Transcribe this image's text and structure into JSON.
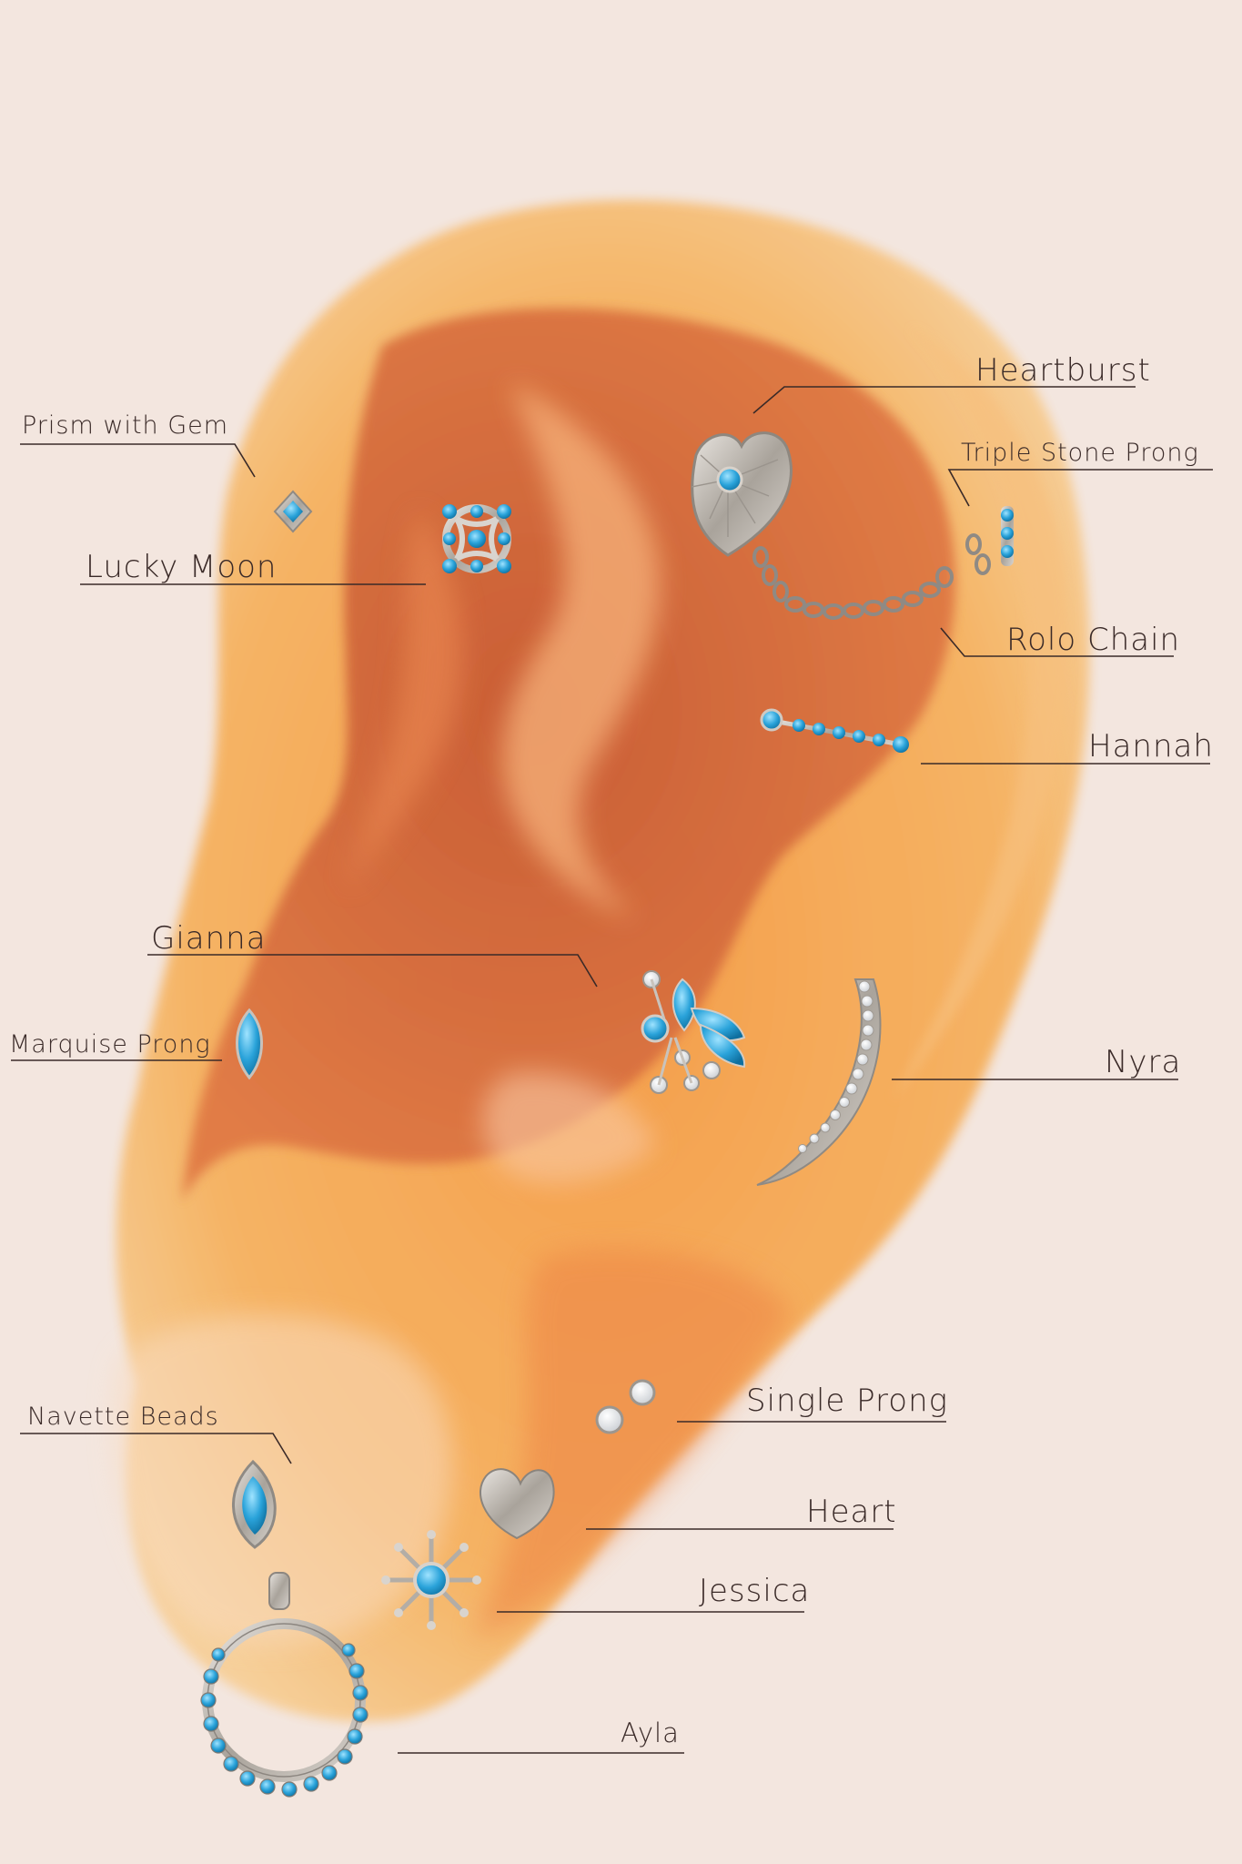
{
  "labels": {
    "heartburst": "Heartburst",
    "prism_with_gem": "Prism with Gem",
    "triple_stone_prong": "Triple Stone Prong",
    "lucky_moon": "Lucky Moon",
    "rolo_chain": "Rolo Chain",
    "hannah": "Hannah",
    "gianna": "Gianna",
    "marquise_prong": "Marquise Prong",
    "nyra": "Nyra",
    "single_prong": "Single Prong",
    "navette_beads": "Navette Beads",
    "heart": "Heart",
    "jessica": "Jessica",
    "ayla": "Ayla"
  },
  "colors": {
    "background": "#f3e6df",
    "ear_outer": "#f4a24a",
    "ear_inner": "#d8673a",
    "leader_line": "#3a2a28",
    "gem_blue": "#2a9fd6",
    "metal": "#b9b3ab"
  }
}
